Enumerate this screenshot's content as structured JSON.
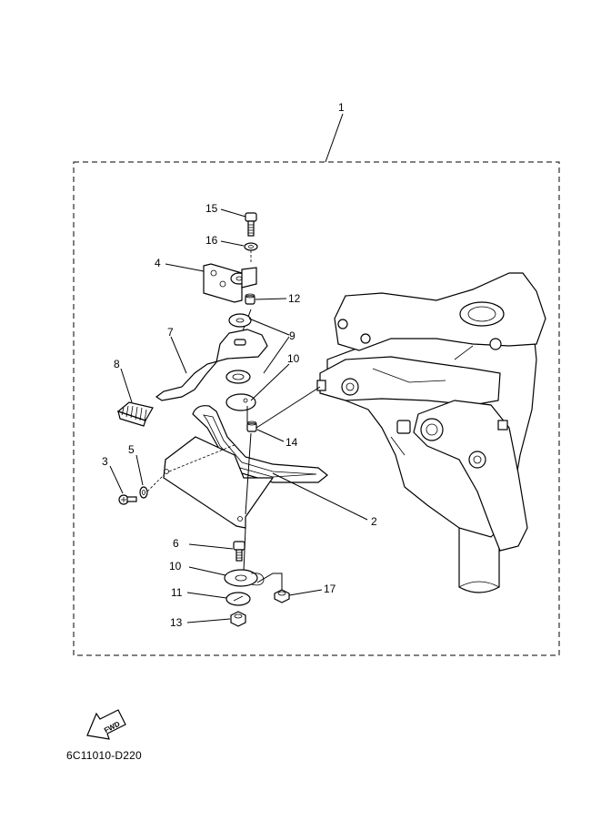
{
  "callouts": {
    "c1": "1",
    "c2": "2",
    "c3": "3",
    "c4": "4",
    "c5": "5",
    "c6": "6",
    "c7": "7",
    "c8": "8",
    "c9": "9",
    "c10a": "10",
    "c10b": "10",
    "c11": "11",
    "c12": "12",
    "c13": "13",
    "c14": "14",
    "c15": "15",
    "c16": "16",
    "c17": "17"
  },
  "fwd_label": "FWD",
  "diagram_code": "6C11010-D220"
}
